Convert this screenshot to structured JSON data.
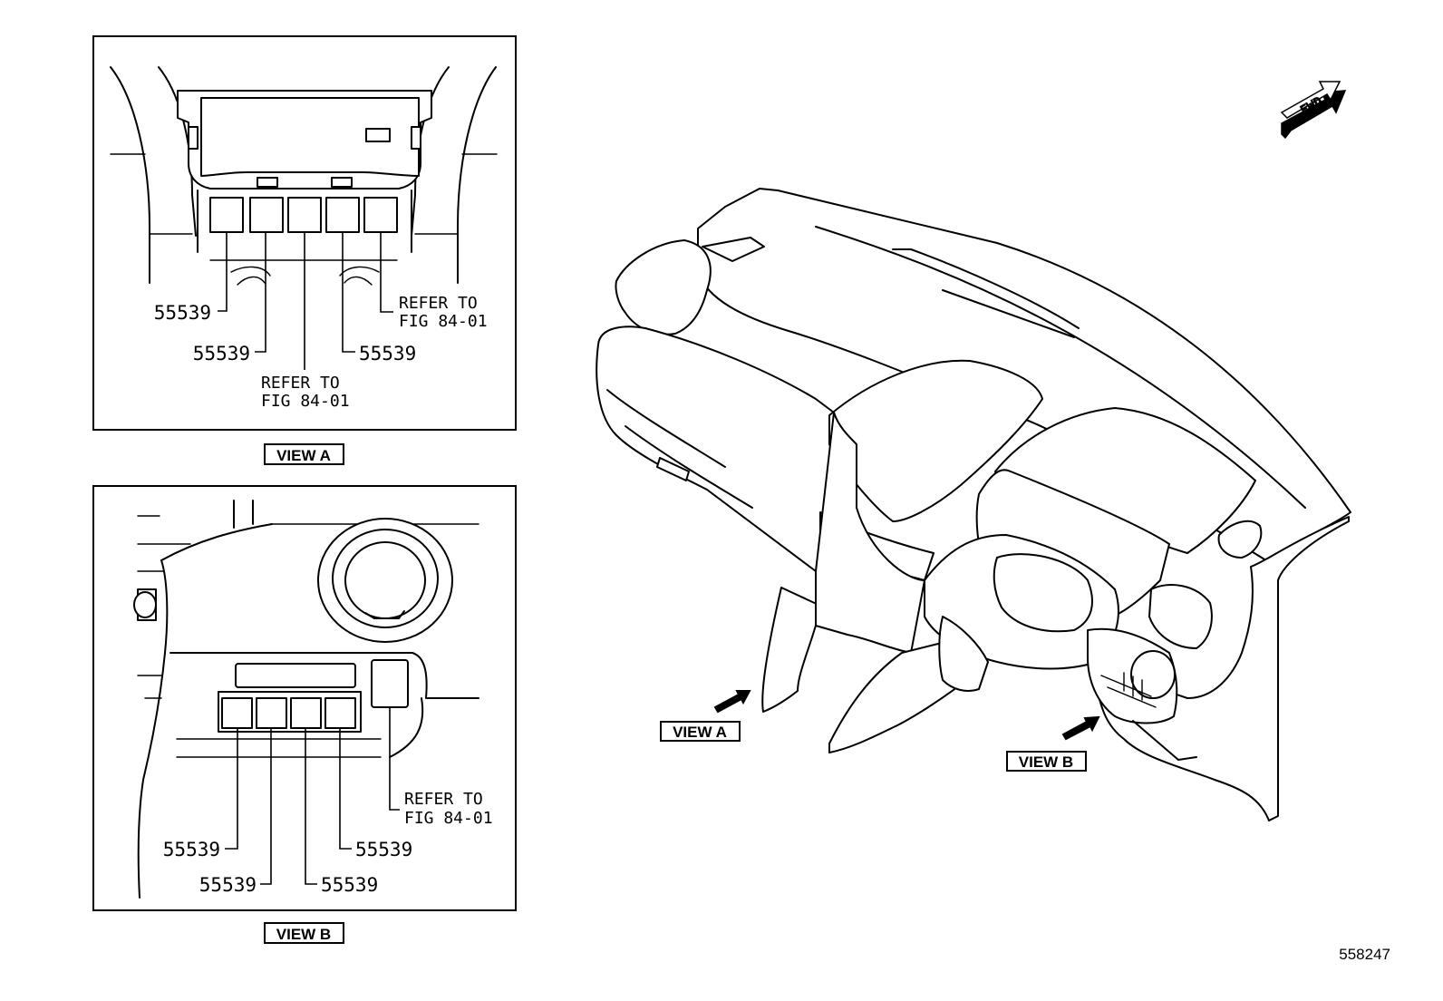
{
  "callouts": {
    "view_a": {
      "part_left_outer": "55539",
      "part_left_inner": "55539",
      "part_right_inner": "55539",
      "refer_center_line1": "REFER TO",
      "refer_center_line2": "FIG 84-01",
      "refer_right_line1": "REFER TO",
      "refer_right_line2": "FIG 84-01",
      "view_label": "VIEW A"
    },
    "view_b": {
      "part_1": "55539",
      "part_2": "55539",
      "part_3": "55539",
      "part_4": "55539",
      "refer_line1": "REFER TO",
      "refer_line2": "FIG 84-01",
      "view_label": "VIEW B"
    },
    "overview": {
      "view_a_label": "VIEW A",
      "view_b_label": "VIEW B",
      "fwd_label": "FWD"
    }
  },
  "document": {
    "illustration_number": "558247"
  },
  "icons": {
    "view_arrow": "arrow-right-up-icon",
    "fwd_arrow": "fwd-arrow-icon"
  }
}
